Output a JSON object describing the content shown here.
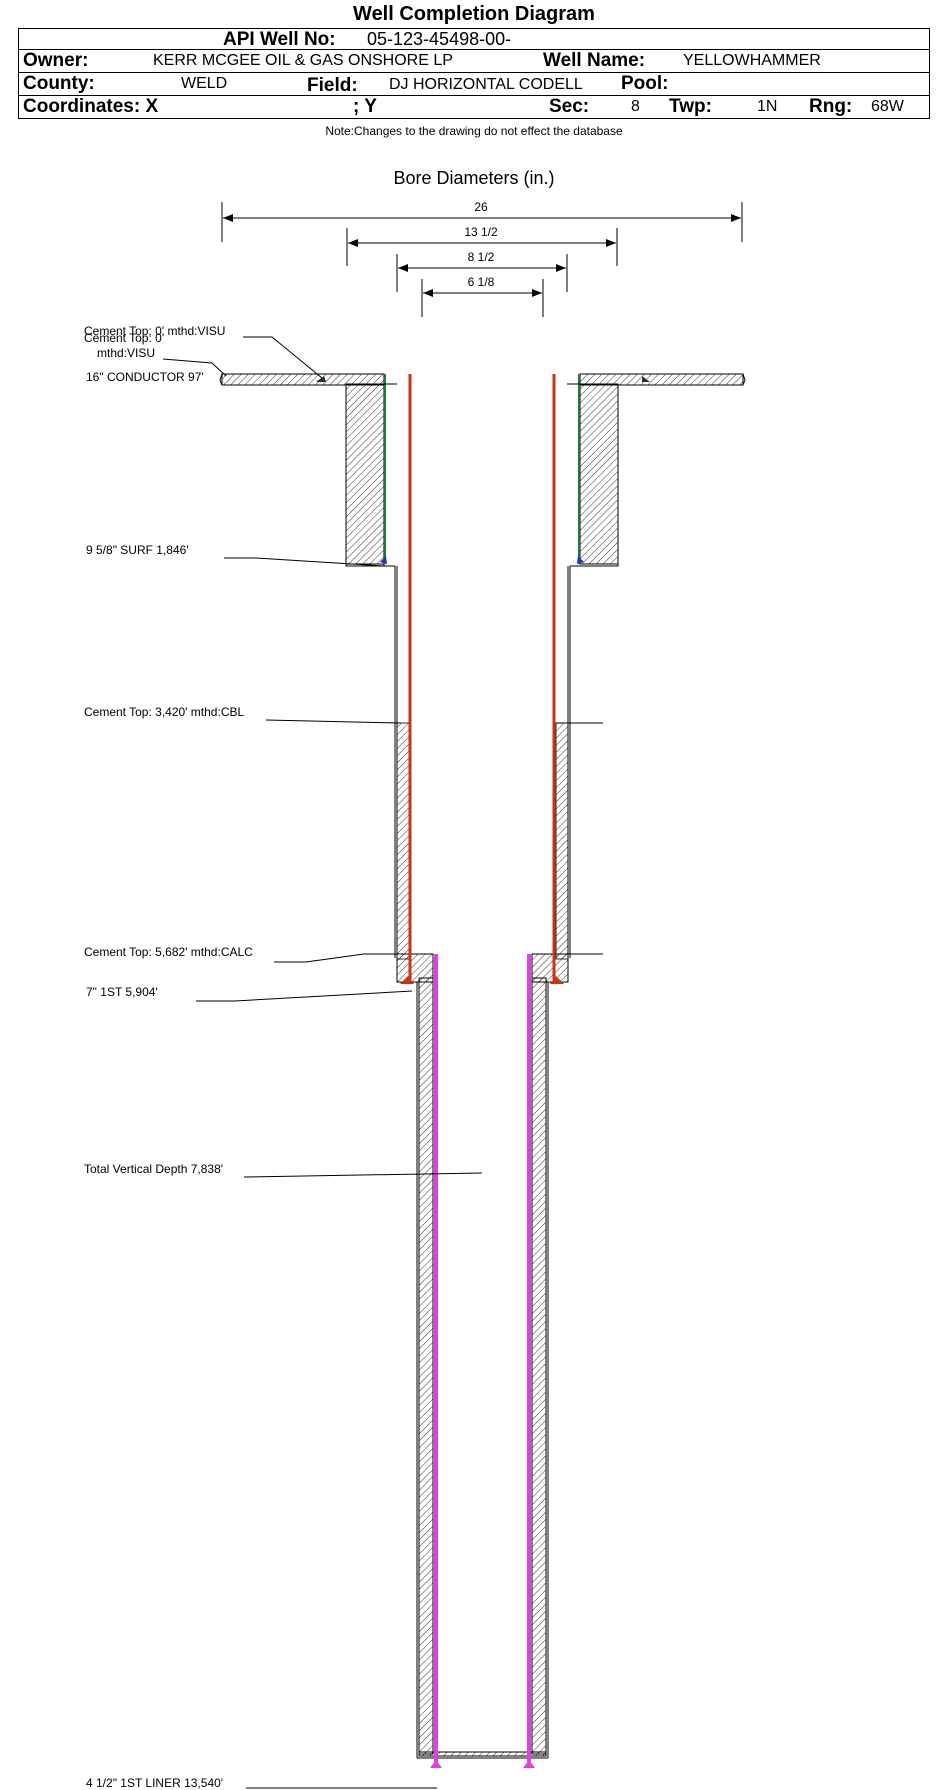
{
  "header": {
    "title": "Well Completion Diagram",
    "api_label": "API Well No:",
    "api_value": "05-123-45498-00-",
    "owner_label": "Owner:",
    "owner_value": "KERR MCGEE OIL & GAS ONSHORE LP",
    "well_name_label": "Well Name:",
    "well_name_value": "YELLOWHAMMER",
    "county_label": "County:",
    "county_value": "WELD",
    "field_label": "Field:",
    "field_value": "DJ HORIZONTAL CODELL",
    "pool_label": "Pool:",
    "pool_value": "",
    "coord_x_label": "Coordinates: X",
    "coord_y_label": "; Y",
    "sec_label": "Sec:",
    "sec_value": "8",
    "twp_label": "Twp:",
    "twp_value": "1N",
    "rng_label": "Rng:",
    "rng_value": "68W",
    "note": "Note:Changes to the drawing do not effect the database"
  },
  "diagram": {
    "bore_title": "Bore Diameters (in.)",
    "bore_diameters": [
      "26",
      "13 1/2",
      "8 1/2",
      "6 1/8"
    ],
    "annotations": {
      "cement_top_0": "Cement Top: 0' mthd:VISU",
      "cement_top_0_line1": "Cement Top: 0'",
      "cement_top_0_line2": "mthd:VISU",
      "conductor": "16\" CONDUCTOR  97'",
      "surf": "9 5/8\" SURF       1,846'",
      "cement_top_3420": "Cement Top: 3,420' mthd:CBL",
      "cement_top_5682": "Cement Top: 5,682' mthd:CALC",
      "first": "7\" 1ST        5,904'",
      "tvd": "Total Vertical Depth 7,838'",
      "liner": "4 1/2\" 1ST LINER  13,540'"
    },
    "colors": {
      "casing_red": "#c8360e",
      "liner_magenta": "#e040e0",
      "conductor_green": "#1a7a3a",
      "shoe_blue": "#1f2fd0",
      "line": "#000000"
    }
  }
}
